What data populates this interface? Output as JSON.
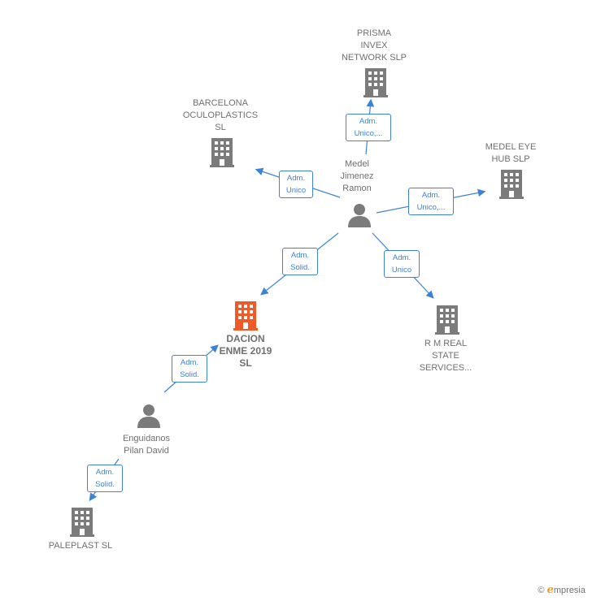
{
  "nodes": {
    "prisma": "PRISMA\nINVEX\nNETWORK  SLP",
    "barcelona": "BARCELONA\nOCULOPLASTICS\nSL",
    "medel_eye": "MEDEL EYE\nHUB  SLP",
    "medel_person": "Medel\nJimenez\nRamon",
    "dacion": "DACION\nENME 2019\nSL",
    "rm_real": "R M REAL\nSTATE\nSERVICES...",
    "enguidanos": "Enguidanos\nPilan David",
    "paleplast": "PALEPLAST SL"
  },
  "edges": {
    "to_prisma": "Adm.\nUnico,...",
    "to_barcelona": "Adm.\nUnico",
    "to_medel_eye": "Adm.\nUnico,...",
    "to_dacion": "Adm.\nSolid.",
    "to_rm": "Adm.\nUnico",
    "engu_to_dacion": "Adm.\nSolid.",
    "engu_to_paleplast": "Adm.\nSolid."
  },
  "colors": {
    "edge": "#3c82d8",
    "company": "#7b7b7b",
    "highlight": "#f05a28",
    "person": "#7b7b7b"
  },
  "brand": {
    "copyright": "©",
    "name_first": "e",
    "name_rest": "mpresia"
  }
}
